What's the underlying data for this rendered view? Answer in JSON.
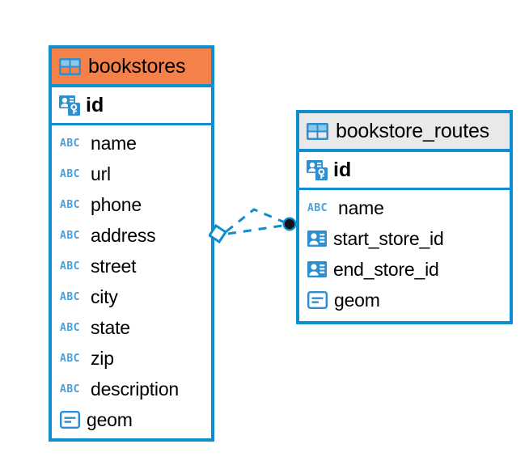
{
  "diagram": {
    "type": "entity-relationship-diagram",
    "background_color": "#ffffff",
    "accent_color": "#0d8ecf",
    "entities": [
      {
        "name": "bookstores",
        "header_color": "#f5814a",
        "table_icon": "table-grid-icon",
        "primary_key": {
          "label": "id",
          "icon": "primary-key-icon"
        },
        "fields": [
          {
            "label": "name",
            "icon": "abc-text-icon",
            "icon_text": "ABC"
          },
          {
            "label": "url",
            "icon": "abc-text-icon",
            "icon_text": "ABC"
          },
          {
            "label": "phone",
            "icon": "abc-text-icon",
            "icon_text": "ABC"
          },
          {
            "label": "address",
            "icon": "abc-text-icon",
            "icon_text": "ABC"
          },
          {
            "label": "street",
            "icon": "abc-text-icon",
            "icon_text": "ABC"
          },
          {
            "label": "city",
            "icon": "abc-text-icon",
            "icon_text": "ABC"
          },
          {
            "label": "state",
            "icon": "abc-text-icon",
            "icon_text": "ABC"
          },
          {
            "label": "zip",
            "icon": "abc-text-icon",
            "icon_text": "ABC"
          },
          {
            "label": "description",
            "icon": "abc-text-icon",
            "icon_text": "ABC"
          },
          {
            "label": "geom",
            "icon": "geometry-icon",
            "icon_text": ""
          }
        ]
      },
      {
        "name": "bookstore_routes",
        "header_color": "#e9e9e9",
        "table_icon": "table-grid-icon",
        "primary_key": {
          "label": "id",
          "icon": "primary-key-icon"
        },
        "fields": [
          {
            "label": "name",
            "icon": "abc-text-icon",
            "icon_text": "ABC"
          },
          {
            "label": "start_store_id",
            "icon": "foreign-key-icon",
            "icon_text": ""
          },
          {
            "label": "end_store_id",
            "icon": "foreign-key-icon",
            "icon_text": ""
          },
          {
            "label": "geom",
            "icon": "geometry-icon",
            "icon_text": ""
          }
        ]
      }
    ],
    "relationship": {
      "source_entity": "bookstores",
      "target_entity": "bookstore_routes",
      "source_marker": "diamond-outline",
      "target_marker": "filled-circle",
      "line_style": "dashed",
      "line_color": "#0d8ecf"
    }
  }
}
